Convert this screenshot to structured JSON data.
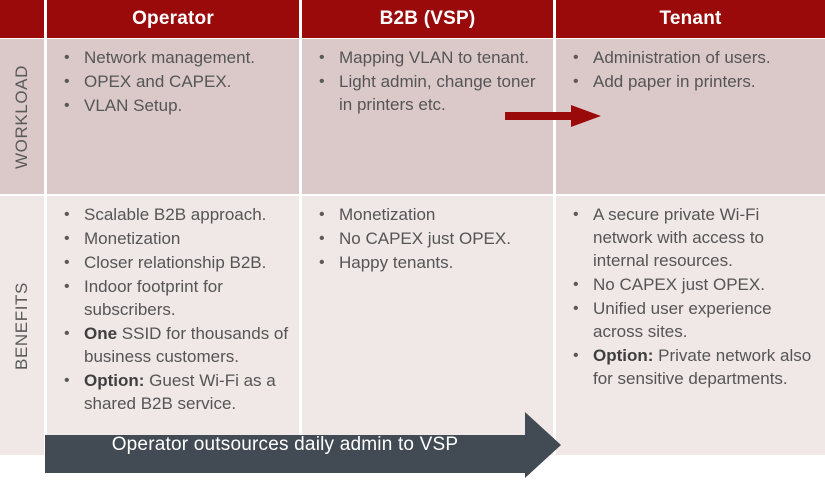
{
  "table": {
    "corner_label": "",
    "columns": [
      {
        "key": "operator",
        "label": "Operator"
      },
      {
        "key": "b2b",
        "label": "B2B (VSP)"
      },
      {
        "key": "tenant",
        "label": "Tenant"
      }
    ],
    "rows": [
      {
        "key": "workload",
        "label": "WORKLOAD",
        "cells": {
          "operator": [
            {
              "text": "Network management."
            },
            {
              "text": "OPEX and CAPEX."
            },
            {
              "text": "VLAN Setup."
            }
          ],
          "b2b": [
            {
              "text": "Mapping VLAN to tenant."
            },
            {
              "text": "Light admin, change toner in printers etc."
            }
          ],
          "tenant": [
            {
              "text": "Administration of users."
            },
            {
              "text": "Add paper in printers."
            }
          ]
        }
      },
      {
        "key": "benefits",
        "label": "BENEFITS",
        "cells": {
          "operator": [
            {
              "text": "Scalable B2B approach."
            },
            {
              "text": "Monetization"
            },
            {
              "text": "Closer relationship B2B."
            },
            {
              "text": "Indoor footprint for subscribers."
            },
            {
              "bold": "One",
              "text": " SSID for thousands of business customers."
            },
            {
              "bold": "Option:",
              "text": " Guest Wi-Fi as a shared B2B service."
            }
          ],
          "b2b": [
            {
              "text": "Monetization"
            },
            {
              "text": "No CAPEX just OPEX."
            },
            {
              "text": "Happy tenants."
            }
          ],
          "tenant": [
            {
              "text": "A secure private Wi-Fi network with access to internal resources."
            },
            {
              "text": "No CAPEX just OPEX."
            },
            {
              "text": "Unified user experience across sites."
            },
            {
              "bold": "Option:",
              "text": " Private network also for sensitive departments."
            }
          ]
        }
      }
    ]
  },
  "banner": {
    "text": "Operator outsources daily admin to VSP"
  },
  "icons": {
    "flow_arrow": "right-arrow-icon",
    "banner_arrow": "banner-right-arrow-icon"
  },
  "colors": {
    "header_red": "#9B0A0A",
    "arrow_red": "#9B0A0A",
    "workload_bg": "#DBC9CA",
    "benefits_bg": "#F0E7E7",
    "banner_slate": "#424B54",
    "text_gray": "#555555"
  }
}
